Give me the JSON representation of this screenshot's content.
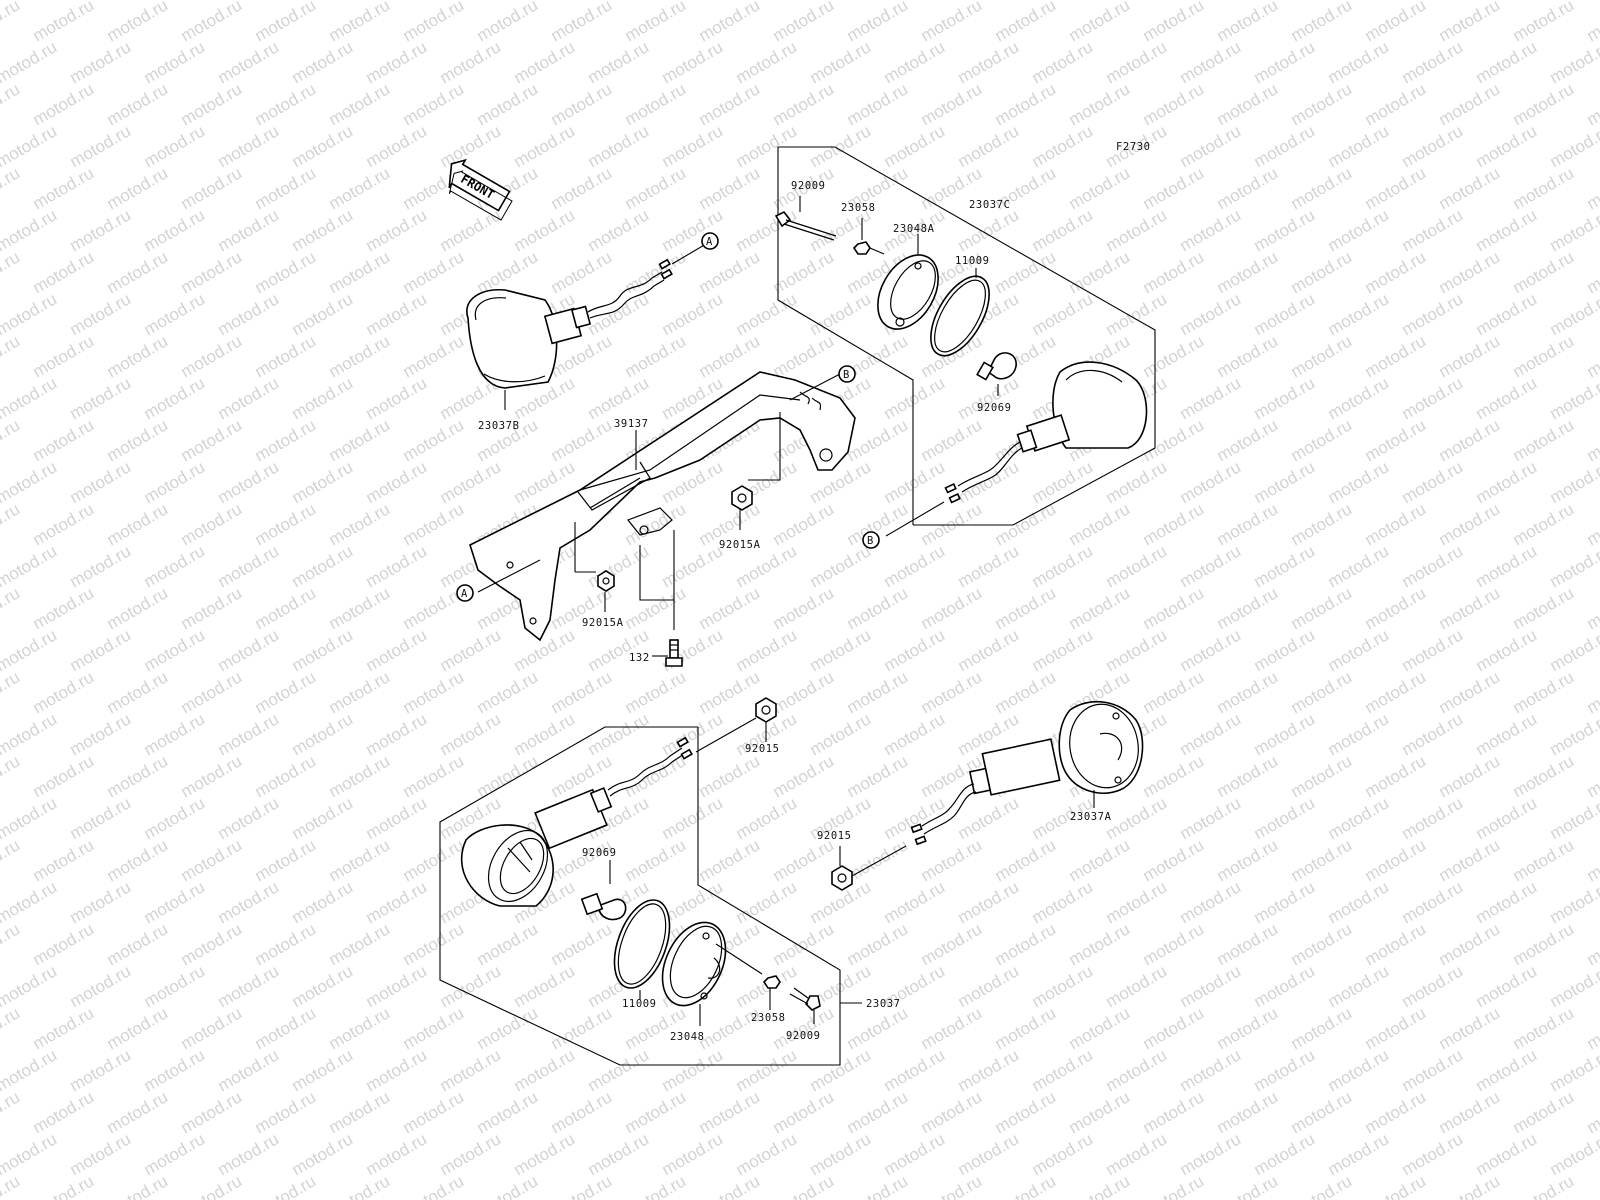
{
  "watermark": "motod.ru",
  "figure_code": "F2730",
  "front_label": "FRONT",
  "refs": {
    "a": "A",
    "b": "B"
  },
  "labels": {
    "p92009_top": "92009",
    "p23058_top": "23058",
    "p23048A": "23048A",
    "p23037C": "23037C",
    "p11009_top": "11009",
    "p92069_top": "92069",
    "p23037B": "23037B",
    "p39137": "39137",
    "p92015A_right": "92015A",
    "p92015A_left": "92015A",
    "p132": "132",
    "p92015_mid": "92015",
    "p92015_right": "92015",
    "p23037A": "23037A",
    "p92069_bottom": "92069",
    "p11009_bottom": "11009",
    "p23058_bottom": "23058",
    "p92009_bottom": "92009",
    "p23048": "23048",
    "p23037": "23037"
  }
}
